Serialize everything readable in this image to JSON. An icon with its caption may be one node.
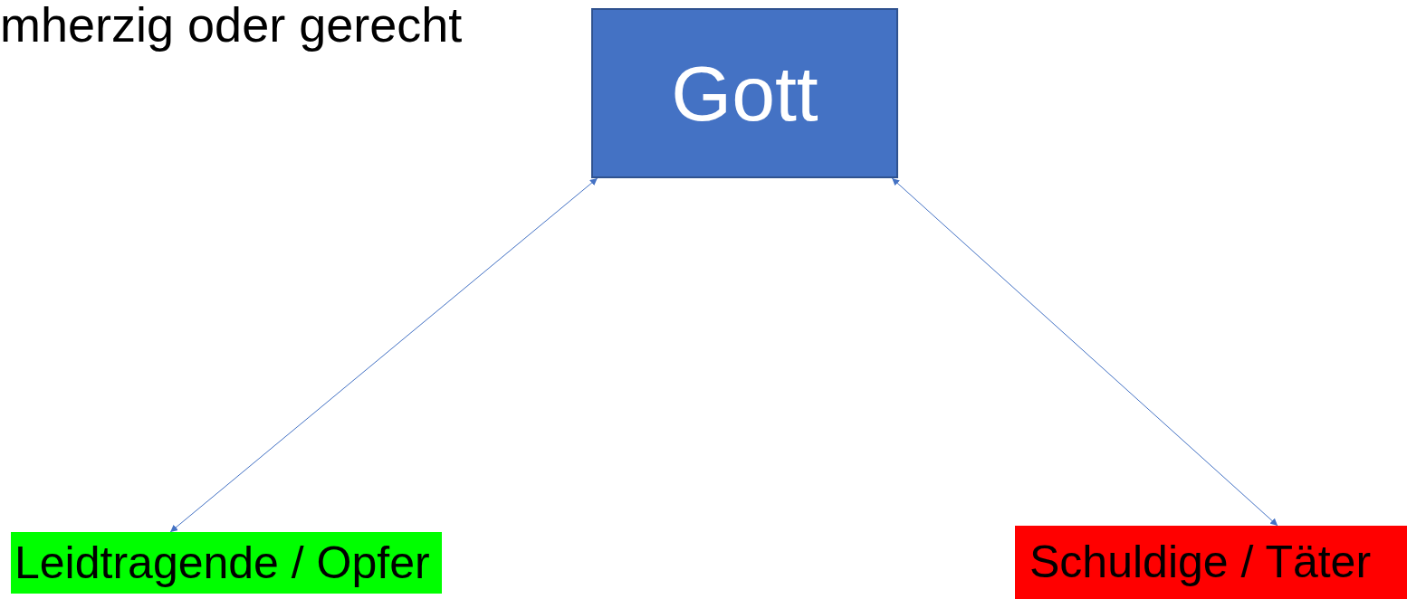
{
  "diagram": {
    "title": "mherzig oder gerecht",
    "nodes": [
      {
        "text": [
          "Gott"
        ]
      },
      {
        "text": [
          "Leidtragende / Opfer"
        ]
      },
      {
        "text": [
          "Schuldige / Täter"
        ]
      }
    ],
    "edges": [
      {
        "from": 0,
        "to": 1,
        "arrow": "both"
      },
      {
        "from": 0,
        "to": 2,
        "arrow": "both"
      }
    ]
  }
}
